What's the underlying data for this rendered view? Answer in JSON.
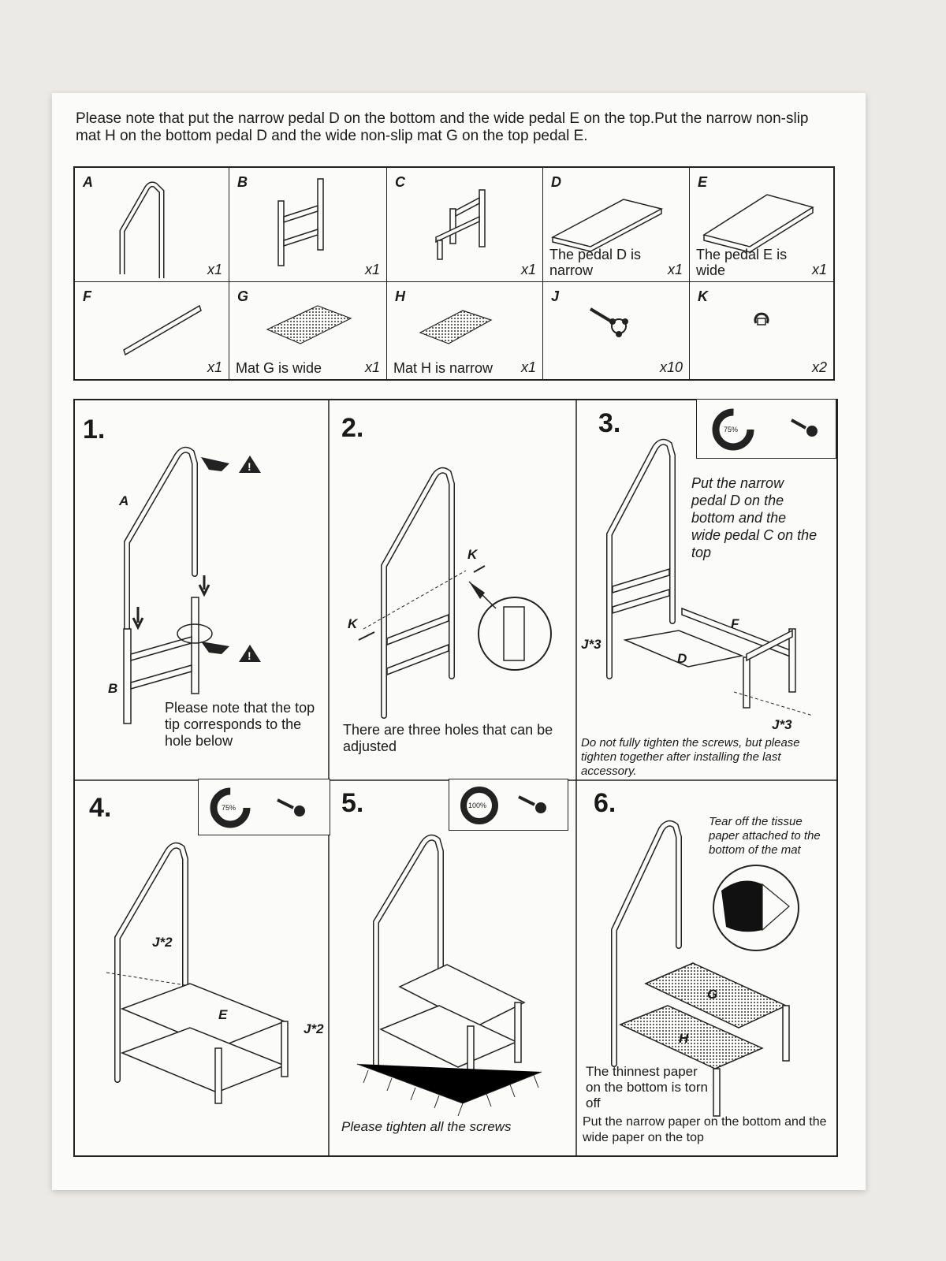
{
  "intro_note": "Please note that put the narrow pedal D on the bottom and the wide pedal E on the top.Put the narrow non-slip mat H on the bottom pedal D and the wide non-slip mat G on the top pedal E.",
  "parts": {
    "A": {
      "letter": "A",
      "qty": "x1"
    },
    "B": {
      "letter": "B",
      "qty": "x1"
    },
    "C": {
      "letter": "C",
      "qty": "x1"
    },
    "D": {
      "letter": "D",
      "qty": "x1",
      "desc": "The pedal D is narrow"
    },
    "E": {
      "letter": "E",
      "qty": "x1",
      "desc": "The pedal E is wide"
    },
    "F": {
      "letter": "F",
      "qty": "x1"
    },
    "G": {
      "letter": "G",
      "qty": "x1",
      "desc": "Mat G is wide"
    },
    "H": {
      "letter": "H",
      "qty": "x1",
      "desc": "Mat H is narrow"
    },
    "J": {
      "letter": "J",
      "qty": "x10"
    },
    "K": {
      "letter": "K",
      "qty": "x2"
    }
  },
  "steps": {
    "s1": {
      "num": "1.",
      "label_a": "A",
      "label_b": "B",
      "text": "Please note that the top tip corresponds to the hole below"
    },
    "s2": {
      "num": "2.",
      "label_k1": "K",
      "label_k2": "K",
      "text": "There are three holes that can be adjusted"
    },
    "s3": {
      "num": "3.",
      "torque": "75%",
      "text": "Put the narrow pedal D on the bottom and the wide pedal C on the top",
      "label_j1": "J*3",
      "label_j2": "J*3",
      "label_f": "F",
      "label_d": "D",
      "warning": "Do not fully tighten the screws, but please tighten together after installing the last accessory."
    },
    "s4": {
      "num": "4.",
      "torque": "75%",
      "label_j1": "J*2",
      "label_j2": "J*2",
      "label_e": "E"
    },
    "s5": {
      "num": "5.",
      "torque": "100%",
      "text": "Please tighten all the screws"
    },
    "s6": {
      "num": "6.",
      "text_tissue": "Tear off the tissue paper attached to the bottom of the mat",
      "label_g": "G",
      "label_h": "H",
      "text_thin": "The thinnest paper on the bottom is torn off",
      "text_bottom": "Put the narrow paper on the bottom and the wide paper on the top"
    }
  }
}
